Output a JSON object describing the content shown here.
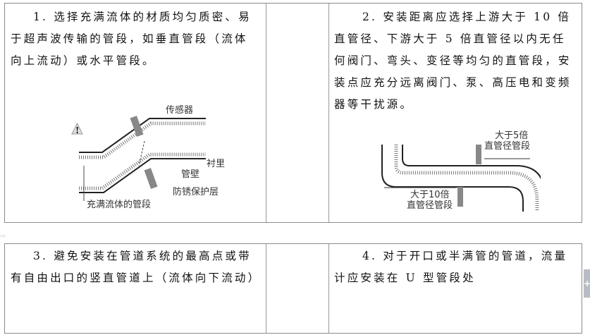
{
  "cells": {
    "c1": {
      "text": "1. 选择充满流体的材质均匀质密、易于超声波传输的管段，如垂直管段（流体向上流动）或水平管段。",
      "labels": {
        "sensor": "传感器",
        "lining": "衬里",
        "wall": "管壁",
        "coating": "防锈保护层",
        "full_pipe": "充满流体的管段"
      }
    },
    "c2": {
      "text": "2. 安装距离应选择上游大于 10 倍直管径、下游大于 5 倍直管径以内无任何阀门、弯头、变径等均匀的直管段，安装点应充分远离阀门、泵、高压电和变频器等干扰源。",
      "labels": {
        "down_1": "大于5倍",
        "down_2": "直管径管段",
        "up_1": "大于10倍",
        "up_2": "直管径管段"
      }
    },
    "c3": {
      "text": "3. 避免安装在管道系统的最高点或带有自由出口的竖直管道上（流体向下流动）"
    },
    "c4": {
      "text": "4. 对于开口或半满管的管道，流量计应安装在 U 型管段处"
    }
  },
  "scroll_button": "+"
}
